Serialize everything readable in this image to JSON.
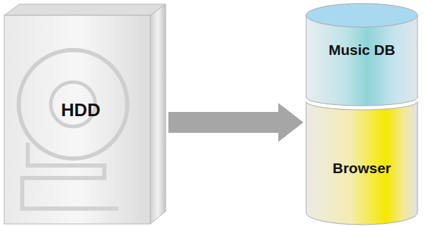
{
  "diagram": {
    "nodes": [
      {
        "text": [
          "HDD"
        ]
      },
      {
        "text": [
          "Music DB"
        ]
      },
      {
        "text": [
          "Browser"
        ]
      }
    ],
    "edges": [
      {
        "from": 0,
        "to": 2,
        "arrow": "to"
      }
    ]
  }
}
